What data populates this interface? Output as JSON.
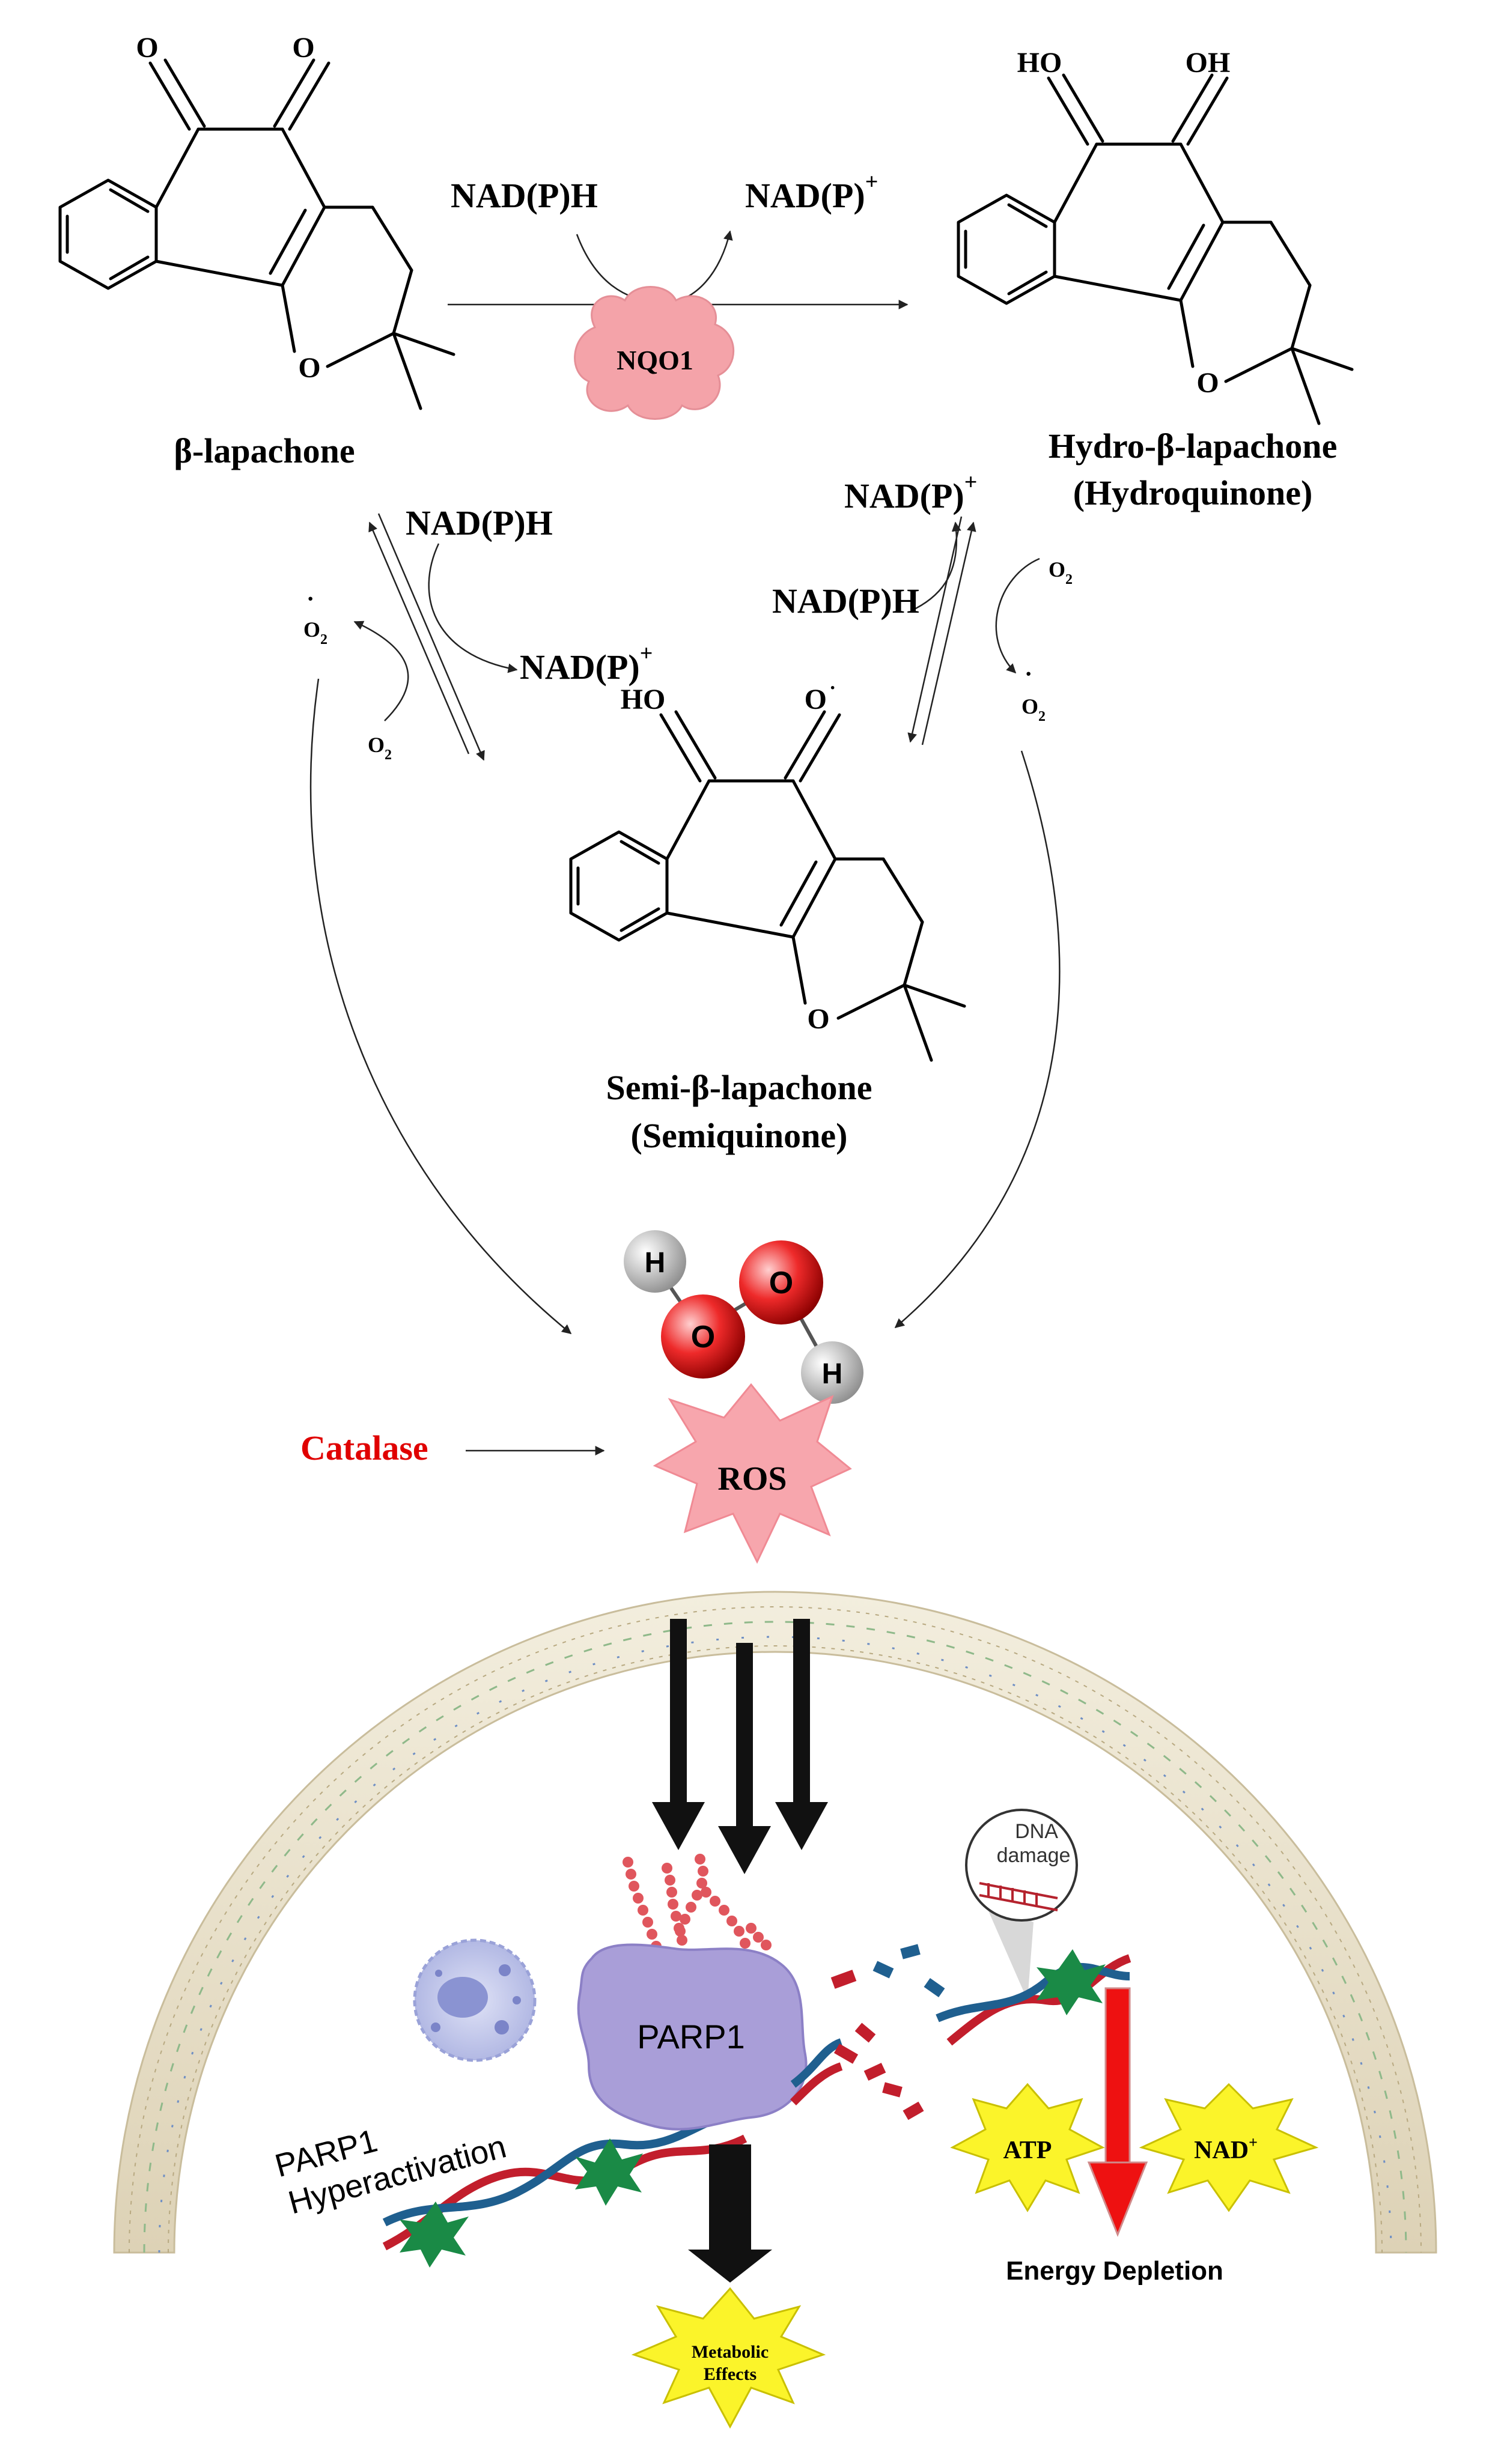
{
  "molecules": {
    "beta_lapachone": {
      "name": "β-lapachone",
      "o_left": "O",
      "o_right": "O",
      "ring_o": "O"
    },
    "hydro": {
      "name": "Hydro-β-lapachone",
      "sub": "(Hydroquinone)",
      "oh_left": "HO",
      "oh_right": "OH",
      "ring_o": "O"
    },
    "semi": {
      "name": "Semi-β-lapachone",
      "sub": "(Semiquinone)",
      "oh_left": "HO",
      "o_right": "O",
      "ring_o": "O"
    }
  },
  "cofactors": {
    "nadph": "NAD(P)H",
    "nadp": "NAD(P)",
    "plus": "+",
    "o2": "O",
    "o2_sub": "2",
    "radical_dot": "·",
    "minus": "-"
  },
  "enzymes": {
    "nqo1": "NQO1",
    "catalase": "Catalase"
  },
  "peroxide": {
    "h": "H",
    "o": "O"
  },
  "ros": "ROS",
  "cell": {
    "parp1": "PARP1",
    "hyper_line1": "PARP1",
    "hyper_line2": "Hyperactivation",
    "dna_damage_line1": "DNA",
    "dna_damage_line2": "damage",
    "atp": "ATP",
    "nad": "NAD",
    "nad_sup": "+",
    "energy": "Energy Depletion",
    "metabolic_line1": "Metabolic",
    "metabolic_line2": "Effects"
  },
  "colors": {
    "nqo1_fill": "#f4a3a9",
    "ros_fill": "#f7a6ad",
    "catalase_text": "#e00000",
    "parp1_fill": "#a99ed8",
    "burst_yellow": "#fbf42a",
    "membrane": "#e9e2cf",
    "dna_red": "#c21e2c",
    "dna_blue": "#1f5f8f",
    "lesion_green": "#1a8a46",
    "polymer_red": "#e0565d",
    "down_arrow_red": "#ee1111"
  }
}
